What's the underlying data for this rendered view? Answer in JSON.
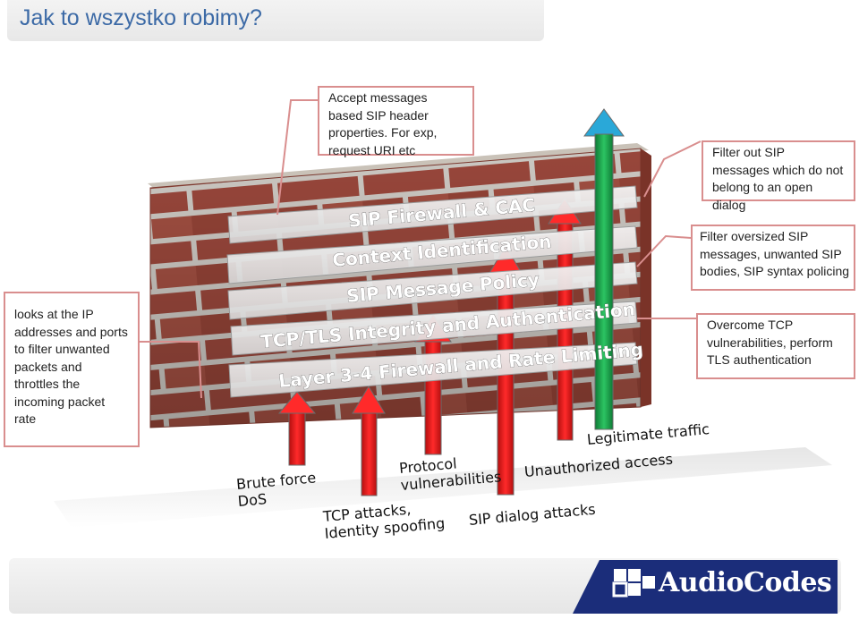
{
  "title": "Jak to wszystko robimy?",
  "layers": [
    "SIP Firewall & CAC",
    "Context Identification",
    "SIP Message Policy",
    "TCP/TLS Integrity and Authentication",
    "Layer 3-4 Firewall and Rate Limiting"
  ],
  "callouts": {
    "sip_header": "Accept messages based  SIP header properties. For exp, request URI etc",
    "open_dialog": "Filter out SIP messages which do not belong to an open dialog",
    "oversized": "Filter oversized SIP messages,  unwanted SIP bodies, SIP syntax policing",
    "tcp": "Overcome TCP vulnerabilities, perform TLS authentication",
    "ip_filter": "looks at the IP addresses and ports to filter unwanted packets and throttles the incoming packet rate"
  },
  "threats": {
    "brute_force": "Brute force\nDoS",
    "tcp_attacks": "TCP attacks,\nIdentity spoofing",
    "protocol": "Protocol\nvulnerabilities",
    "sip_dialog": "SIP dialog attacks",
    "unauthorized": "Unauthorized access",
    "legitimate": "Legitimate traffic"
  },
  "logo": "AudioCodes",
  "colors": {
    "title": "#3c6aa6",
    "brick": "#a04a3e",
    "threat_arrow": "#e31b1b",
    "legit_arrow": "#19a24a",
    "callout_border": "#d98e8e",
    "logo_bg": "#1b2d7a"
  }
}
